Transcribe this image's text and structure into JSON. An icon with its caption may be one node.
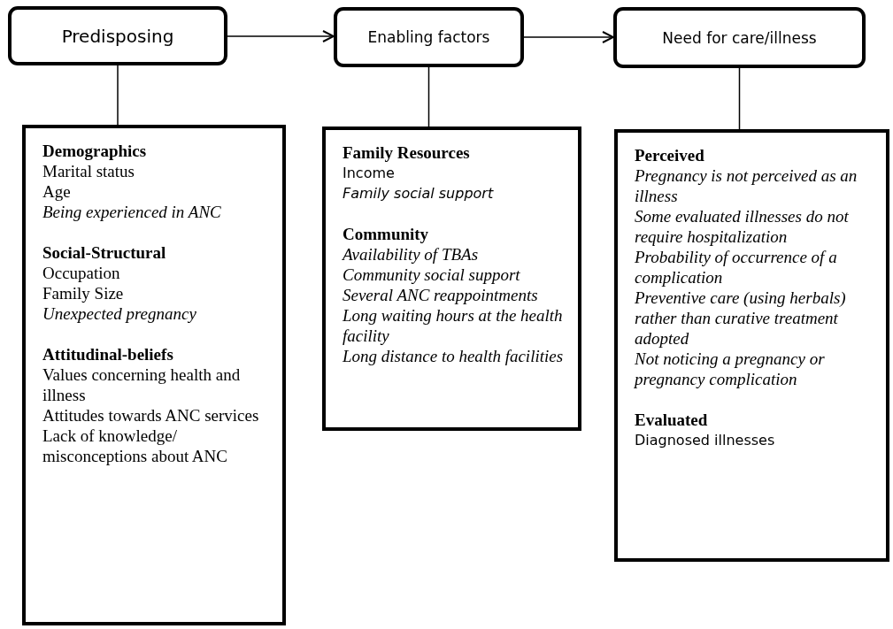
{
  "diagram": {
    "nodes": [
      {
        "text": [
          "Predisposing"
        ]
      },
      {
        "text": [
          "Enabling factors"
        ]
      },
      {
        "text": [
          "Need for care/illness"
        ]
      },
      {
        "text": [
          "Demographics",
          "Marital status",
          "Age",
          "Being experienced in ANC",
          "Social-Structural",
          "Occupation",
          "Family Size",
          "Unexpected pregnancy",
          "Attitudinal-beliefs",
          "Values concerning health and illness",
          "Attitudes towards ANC services",
          "Lack of knowledge/ misconceptions about ANC"
        ]
      },
      {
        "text": [
          "Family Resources",
          "Income",
          "Family social support",
          "Community",
          "Availability of TBAs",
          "Community social support",
          "Several ANC reappointments",
          "Long waiting hours at the health facility",
          "Long distance to health facilities"
        ]
      },
      {
        "text": [
          "Perceived",
          "Pregnancy is not perceived as an illness",
          "Some evaluated illnesses do not require hospitalization",
          "Probability of occurrence of a complication",
          "Preventive care (using herbals) rather than curative treatment adopted",
          "Not noticing a pregnancy or pregnancy complication",
          "Evaluated",
          "Diagnosed illnesses"
        ]
      }
    ],
    "edges": [
      {
        "from": 0,
        "to": 1,
        "arrow": "to"
      },
      {
        "from": 1,
        "to": 2,
        "arrow": "to"
      },
      {
        "from": 0,
        "to": 3,
        "arrow": "none"
      },
      {
        "from": 1,
        "to": 4,
        "arrow": "none"
      },
      {
        "from": 2,
        "to": 5,
        "arrow": "none"
      }
    ]
  }
}
